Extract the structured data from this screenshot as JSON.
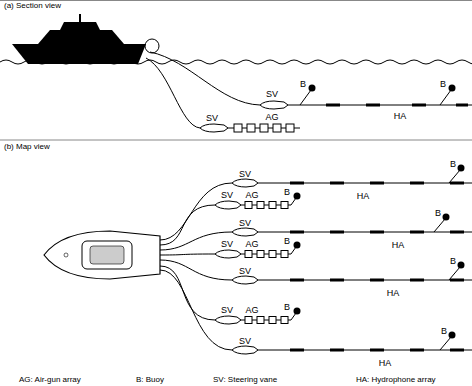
{
  "diagram": {
    "labels": [
      "(a) Section view",
      "B",
      "SV",
      "SV",
      "AG",
      "HA",
      "B",
      "(b) Map view",
      "SV",
      "B",
      "HA",
      "AG",
      "SV",
      "B",
      "SV",
      "B",
      "HA",
      "AG",
      "SV",
      "B",
      "SV",
      "B",
      "HA",
      "AG",
      "SV",
      "B",
      "SV",
      "B",
      "HA",
      "AG: Air-gun array",
      "B: Buoy",
      "SV: Steering vane",
      "HA: Hydrophone array"
    ]
  }
}
